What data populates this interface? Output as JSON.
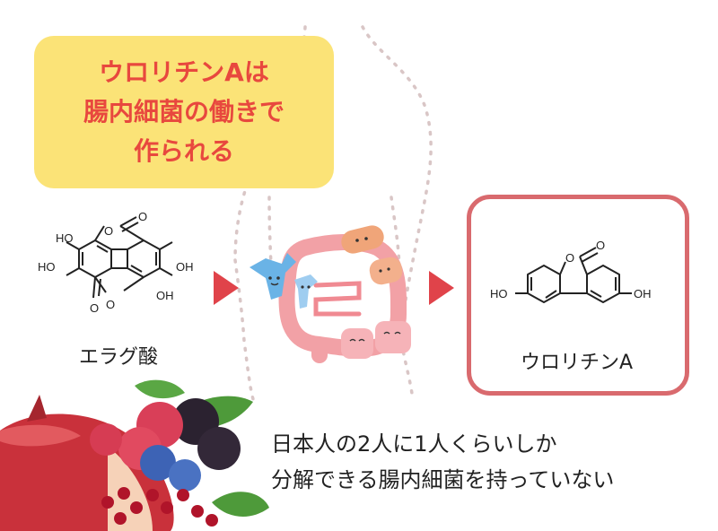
{
  "callout": {
    "line1": "ウロリチンAは",
    "line2": "腸内細菌の働きで",
    "line3": "作られる"
  },
  "left_molecule": {
    "name": "エラグ酸",
    "atoms": {
      "oh": "OH",
      "ho": "HO",
      "o": "O"
    }
  },
  "right_molecule": {
    "name": "ウロリチンA",
    "atoms": {
      "oh": "OH",
      "ho": "HO",
      "o": "O"
    }
  },
  "footnote": {
    "line1": "日本人の2人に1人くらいしか",
    "line2": "分解できる腸内細菌を持っていない"
  },
  "colors": {
    "callout_bg": "#fbe377",
    "callout_text": "#e8483e",
    "arrow": "#e0434a",
    "box_border": "#d96a6e",
    "intestine": "#f2a1a6"
  },
  "icons": [
    "body-outline-icon",
    "intestine-icon",
    "bacteria-icon",
    "arrow-right-icon",
    "fruit-illustration-icon"
  ]
}
